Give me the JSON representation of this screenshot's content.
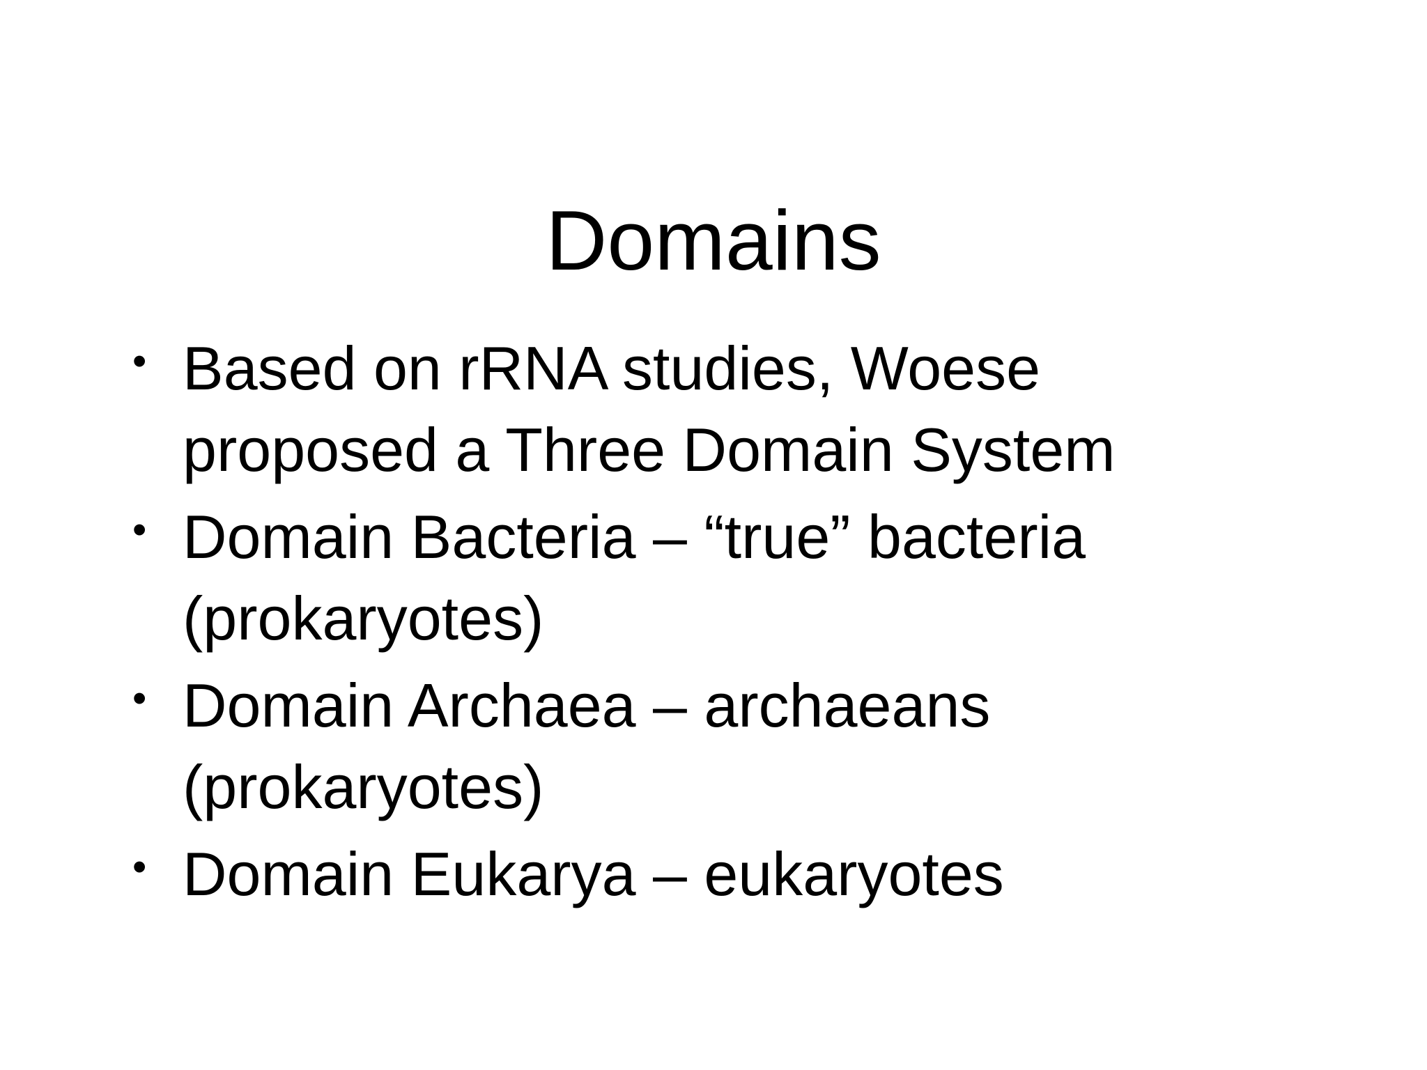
{
  "slide": {
    "title": "Domains",
    "bullet_char": "•",
    "bullets": [
      {
        "lines": {
          "0": "Based on rRNA studies, Woese",
          "1": "proposed a Three Domain System"
        }
      },
      {
        "lines": {
          "0": "Domain Bacteria – “true” bacteria",
          "1": "(prokaryotes)"
        }
      },
      {
        "lines": {
          "0": "Domain Archaea – archaeans",
          "1": "(prokaryotes)"
        }
      },
      {
        "lines": {
          "0": "Domain Eukarya – eukaryotes",
          "1": ""
        }
      }
    ],
    "text_color": "#000000",
    "background_color": "#ffffff"
  }
}
